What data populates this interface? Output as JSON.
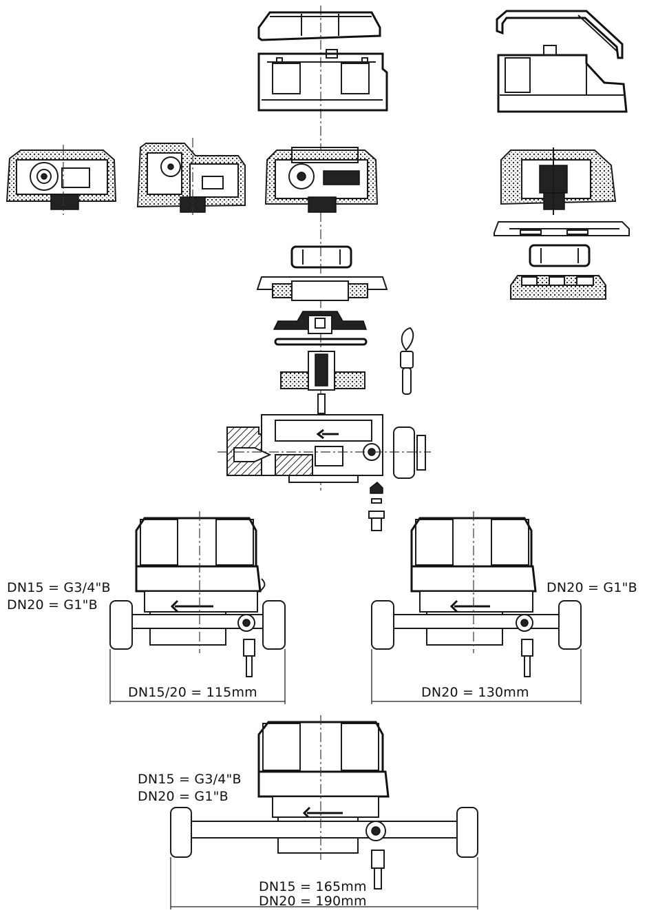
{
  "diagram": {
    "labels": {
      "meter_115_thread": [
        "DN15 = G3/4\"B",
        "DN20 = G1\"B"
      ],
      "meter_115_length": "DN15/20 = 115mm",
      "meter_130_thread": "DN20 = G1\"B",
      "meter_130_length": "DN20 = 130mm",
      "meter_long_thread": [
        "DN15 = G3/4\"B",
        "DN20 = G1\"B"
      ],
      "meter_long_length": [
        "DN15 = 165mm",
        "DN20 = 190mm"
      ]
    },
    "colors": {
      "line": "#1a1a1a",
      "background": "#ffffff"
    }
  }
}
